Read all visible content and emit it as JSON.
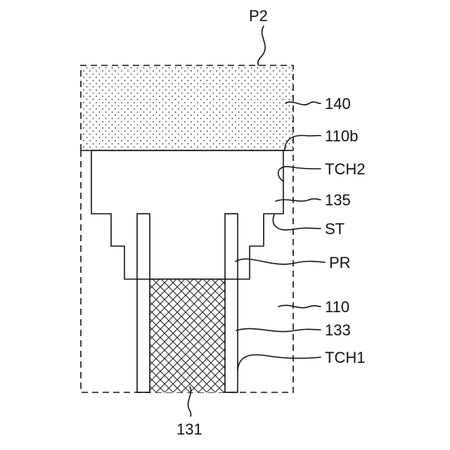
{
  "labels": {
    "p2": "P2",
    "l140": "140",
    "l110b": "110b",
    "tch2": "TCH2",
    "l135": "135",
    "st": "ST",
    "pr": "PR",
    "l110": "110",
    "l133": "133",
    "tch1": "TCH1",
    "l131": "131"
  }
}
